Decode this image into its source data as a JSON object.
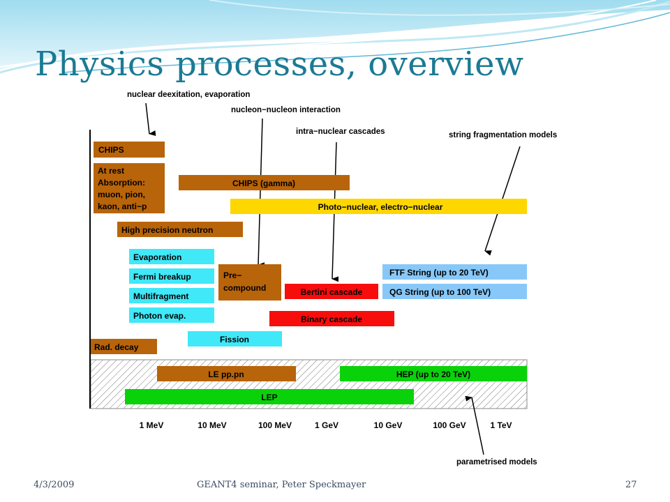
{
  "slide": {
    "title": "Physics processes, overview",
    "footer": {
      "date": "4/3/2009",
      "center": "GEANT4 seminar, Peter Speckmayer",
      "page": "27"
    }
  },
  "colors": {
    "title": "#1b7a94",
    "brown": "#b8640a",
    "yellow": "#ffd700",
    "cyan": "#40e8f8",
    "red": "#f80d0d",
    "light_blue": "#88c8f8",
    "green": "#0ad20a"
  },
  "diagram": {
    "callouts": {
      "nuclear_deexcitation": "nuclear deexitation, evaporation",
      "nucleon_nucleon": "nucleon−nucleon interaction",
      "intra_nuclear": "intra−nuclear cascades",
      "string_fragmentation": "string fragmentation models",
      "parametrised": "parametrised models"
    },
    "boxes": {
      "chips": "CHIPS",
      "at_rest": [
        "At rest",
        "Absorption:",
        "muon, pion,",
        "kaon, anti−p"
      ],
      "chips_gamma": "CHIPS (gamma)",
      "photo_nuclear": "Photo−nuclear, electro−nuclear",
      "high_precision_neutron": "High precision neutron",
      "evaporation": "Evaporation",
      "fermi_breakup": "Fermi breakup",
      "multifragment": "Multifragment",
      "photon_evap": "Photon evap.",
      "precompound": [
        "Pre−",
        "compound"
      ],
      "bertini": "Bertini cascade",
      "binary": "Binary cascade",
      "ftf_string": "FTF String (up to 20 TeV)",
      "qg_string": "QG String (up to 100 TeV)",
      "fission": "Fission",
      "rad_decay": "Rad. decay",
      "le_pp_pn": "LE pp.pn",
      "hep": "HEP (up to 20 TeV)",
      "lep": "LEP"
    },
    "energy_axis": [
      "1 MeV",
      "10 MeV",
      "100 MeV",
      "1 GeV",
      "10 GeV",
      "100 GeV",
      "1 TeV"
    ]
  }
}
